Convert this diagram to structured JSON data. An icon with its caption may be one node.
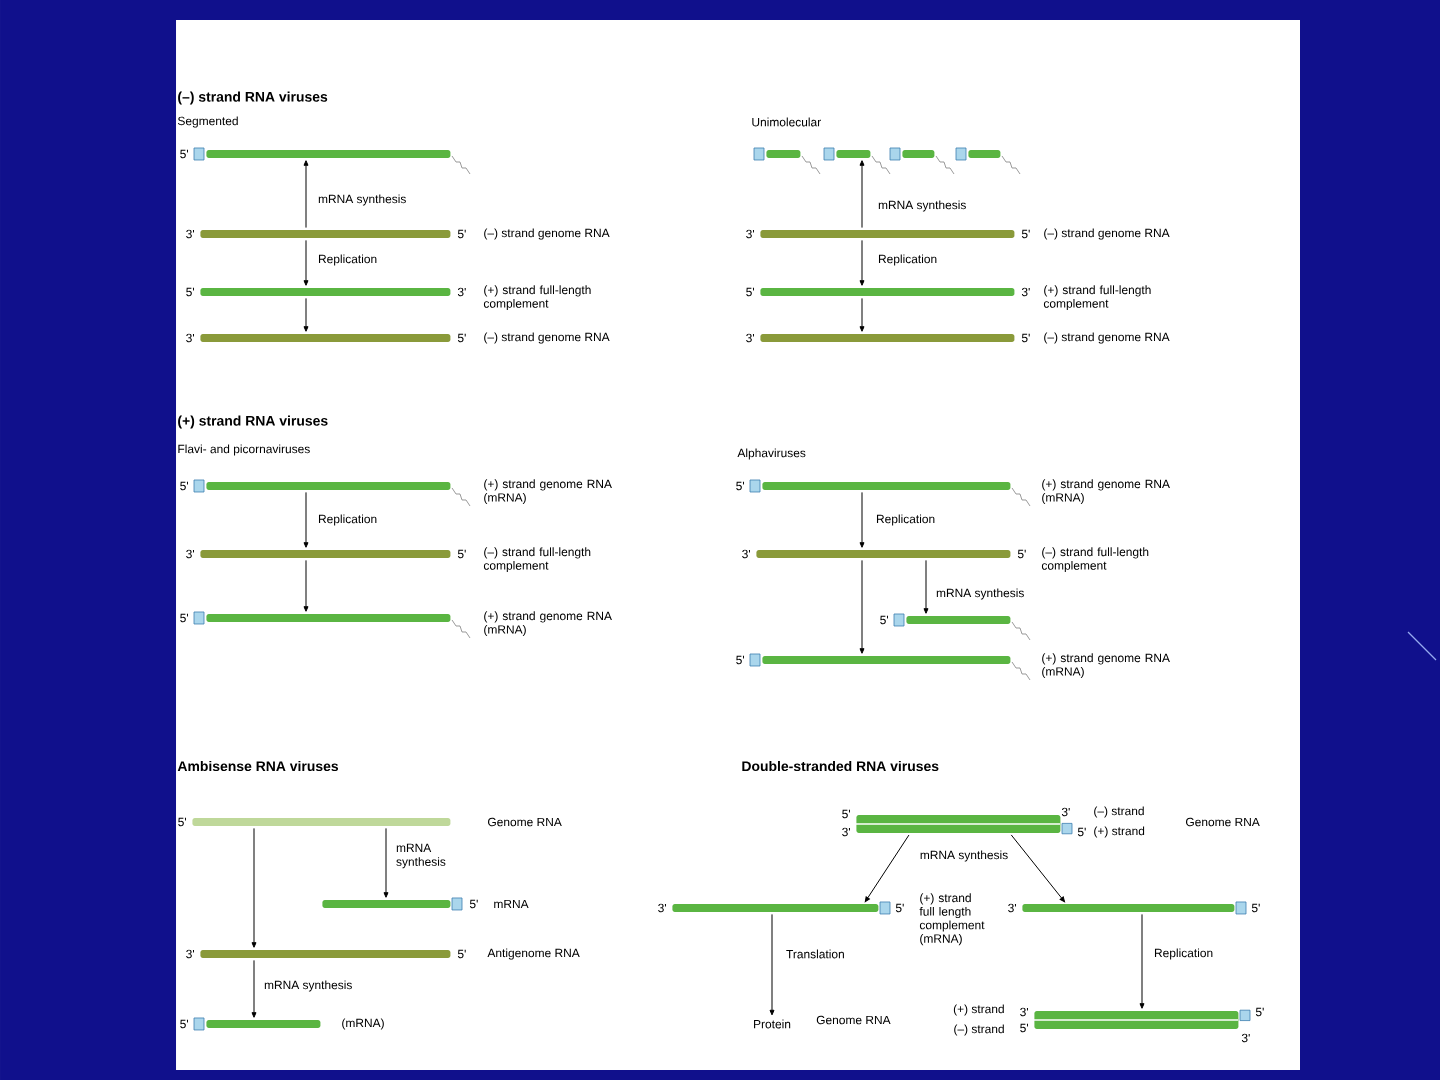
{
  "diagram": {
    "nodes": [
      {
        "text": [],
        "shape": "bar",
        "beside": [
          "5'"
        ]
      },
      {
        "text": [],
        "shape": "bar",
        "beside": [
          "3'",
          "5'",
          "(–) strand genome RNA"
        ]
      },
      {
        "text": [],
        "shape": "bar",
        "beside": [
          "5'",
          "3'",
          "(+) strand full-length complement"
        ]
      },
      {
        "text": [],
        "shape": "bar",
        "beside": [
          "3'",
          "5'",
          "(–) strand genome RNA"
        ]
      },
      {
        "text": [],
        "shape": "bar"
      },
      {
        "text": [],
        "shape": "bar"
      },
      {
        "text": [],
        "shape": "bar"
      },
      {
        "text": [],
        "shape": "bar"
      },
      {
        "text": [],
        "shape": "bar",
        "beside": [
          "3'",
          "5'",
          "(–) strand genome RNA"
        ]
      },
      {
        "text": [],
        "shape": "bar",
        "beside": [
          "5'",
          "3'",
          "(+) strand full-length complement"
        ]
      },
      {
        "text": [],
        "shape": "bar",
        "beside": [
          "3'",
          "5'",
          "(–) strand genome RNA"
        ]
      },
      {
        "text": [],
        "shape": "bar",
        "beside": [
          "5'",
          "(+) strand genome RNA (mRNA)"
        ]
      },
      {
        "text": [],
        "shape": "bar",
        "beside": [
          "3'",
          "5'",
          "(–) strand full-length complement"
        ]
      },
      {
        "text": [],
        "shape": "bar",
        "beside": [
          "5'",
          "(+) strand genome RNA (mRNA)"
        ]
      },
      {
        "text": [],
        "shape": "bar",
        "beside": [
          "5'",
          "(+) strand genome RNA (mRNA)"
        ]
      },
      {
        "text": [],
        "shape": "bar",
        "beside": [
          "3'",
          "5'",
          "(–) strand full-length complement"
        ]
      },
      {
        "text": [],
        "shape": "bar",
        "beside": [
          "5'"
        ]
      },
      {
        "text": [],
        "shape": "bar",
        "beside": [
          "5'",
          "(+) strand genome RNA (mRNA)"
        ]
      },
      {
        "text": [],
        "shape": "bar",
        "beside": [
          "5'",
          "Genome RNA"
        ]
      },
      {
        "text": [],
        "shape": "bar",
        "beside": [
          "5'",
          "mRNA"
        ]
      },
      {
        "text": [],
        "shape": "bar",
        "beside": [
          "3'",
          "5'",
          "Antigenome RNA"
        ]
      },
      {
        "text": [],
        "shape": "bar",
        "beside": [
          "5'",
          "(mRNA)"
        ]
      },
      {
        "text": [],
        "shape": "bar",
        "beside": [
          "5'",
          "3'",
          "3'",
          "5'",
          "(–) strand",
          "(+) strand",
          "Genome RNA"
        ]
      },
      {
        "text": [],
        "shape": "bar",
        "beside": [
          "3'",
          "5'",
          "(+) strand full length complement (mRNA)"
        ]
      },
      {
        "text": [],
        "shape": "bar",
        "beside": [
          "3'",
          "5'"
        ]
      },
      {
        "text": [
          "Protein"
        ]
      },
      {
        "text": [],
        "shape": "bar",
        "beside": [
          "(+) strand",
          "(–) strand",
          "3'",
          "5'",
          "5'",
          "3'"
        ]
      }
    ],
    "edges": [
      {
        "from": 1,
        "to": 0,
        "arrow": "to",
        "label": "mRNA synthesis"
      },
      {
        "from": 1,
        "to": 2,
        "arrow": "to",
        "label": "Replication"
      },
      {
        "from": 2,
        "to": 3,
        "arrow": "to"
      },
      {
        "from": 8,
        "to": 5,
        "arrow": "to",
        "label": "mRNA synthesis"
      },
      {
        "from": 8,
        "to": 9,
        "arrow": "to",
        "label": "Replication"
      },
      {
        "from": 9,
        "to": 10,
        "arrow": "to"
      },
      {
        "from": 11,
        "to": 12,
        "arrow": "to",
        "label": "Replication"
      },
      {
        "from": 12,
        "to": 13,
        "arrow": "to"
      },
      {
        "from": 14,
        "to": 15,
        "arrow": "to",
        "label": "Replication"
      },
      {
        "from": 15,
        "to": 16,
        "arrow": "to",
        "label": "mRNA synthesis"
      },
      {
        "from": 15,
        "to": 17,
        "arrow": "to"
      },
      {
        "from": 18,
        "to": 19,
        "arrow": "to",
        "label": "mRNA synthesis"
      },
      {
        "from": 18,
        "to": 20,
        "arrow": "to"
      },
      {
        "from": 20,
        "to": 21,
        "arrow": "to",
        "label": "mRNA synthesis"
      },
      {
        "from": 22,
        "to": 23,
        "arrow": "to",
        "label": "mRNA synthesis"
      },
      {
        "from": 22,
        "to": 24,
        "arrow": "to"
      },
      {
        "from": 23,
        "to": 25,
        "arrow": "to",
        "label": "Translation"
      },
      {
        "from": 24,
        "to": 26,
        "arrow": "to",
        "label": "Replication"
      }
    ],
    "labels": [
      "(–) strand RNA viruses",
      "Segmented",
      "Unimolecular",
      "(+) strand RNA viruses",
      "Flavi- and picornaviruses",
      "Alphaviruses",
      "Ambisense RNA viruses",
      "Double-stranded RNA viruses",
      "Genome RNA"
    ]
  }
}
